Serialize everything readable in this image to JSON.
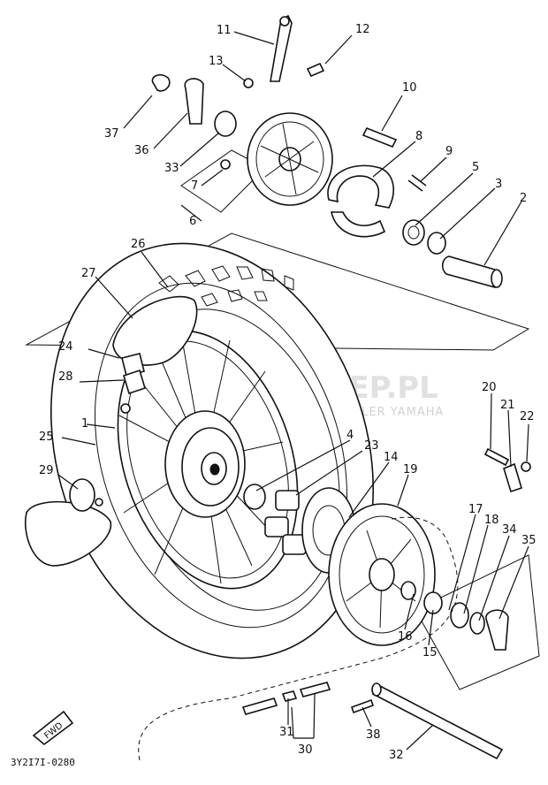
{
  "labels": [
    "11",
    "12",
    "13",
    "10",
    "37",
    "36",
    "33",
    "8",
    "9",
    "7",
    "5",
    "3",
    "6",
    "2",
    "26",
    "27",
    "24",
    "28",
    "20",
    "21",
    "22",
    "1",
    "4",
    "23",
    "14",
    "19",
    "25",
    "29",
    "17",
    "18",
    "34",
    "35",
    "16",
    "15",
    "31",
    "30",
    "38",
    "32"
  ],
  "drawing_code": "3Y2I7I-0280",
  "fwd_label": "FWD",
  "watermark": {
    "main": "YAMA-SKLEP.PL",
    "sub": "TECHNICZNY ZIJ DEALER YAMAHA"
  }
}
